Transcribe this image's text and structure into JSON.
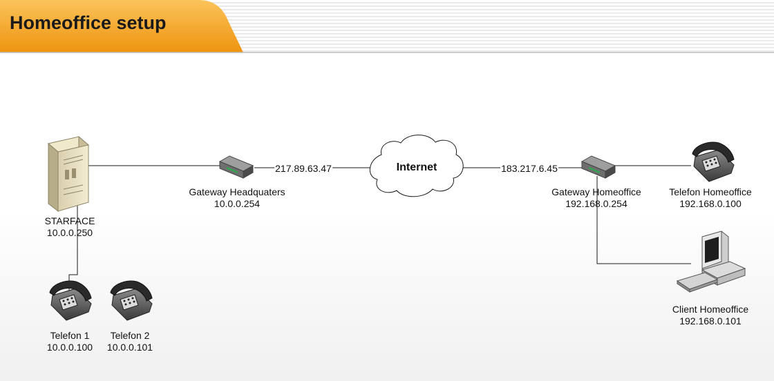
{
  "header": {
    "title": "Homeoffice setup"
  },
  "colors": {
    "header_orange": "#f5a623",
    "header_orange_dark": "#e88a00",
    "line": "#1a1a1a",
    "screen_green": "#26b04a"
  },
  "network": {
    "starface": {
      "name": "STARFACE",
      "ip": "10.0.0.250",
      "icon": "server-icon"
    },
    "phone1": {
      "name": "Telefon 1",
      "ip": "10.0.0.100",
      "icon": "telephone-icon"
    },
    "phone2": {
      "name": "Telefon 2",
      "ip": "10.0.0.101",
      "icon": "telephone-icon"
    },
    "gateway_hq": {
      "name": "Gateway Headquaters",
      "ip": "10.0.0.254",
      "wan_ip": "217.89.63.47",
      "icon": "router-icon"
    },
    "internet": {
      "name": "Internet",
      "icon": "cloud-icon"
    },
    "gateway_ho": {
      "name": "Gateway Homeoffice",
      "ip": "192.168.0.254",
      "wan_ip": "183.217.6.45",
      "icon": "router-icon"
    },
    "phone_ho": {
      "name": "Telefon Homeoffice",
      "ip": "192.168.0.100",
      "icon": "telephone-icon"
    },
    "client_ho": {
      "name": "Client Homeoffice",
      "ip": "192.168.0.101",
      "icon": "computer-icon"
    }
  }
}
